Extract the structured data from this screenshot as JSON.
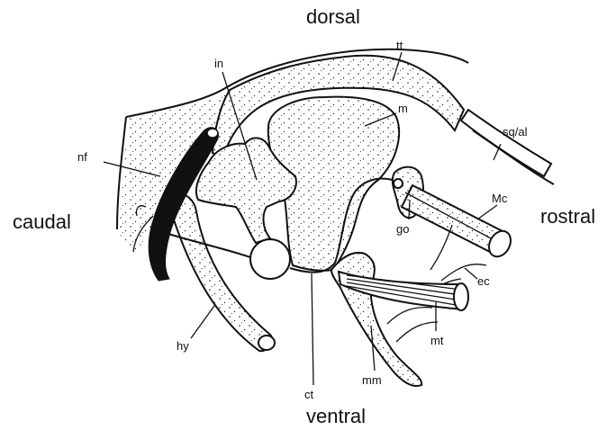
{
  "orientation": {
    "dorsal": "dorsal",
    "ventral": "ventral",
    "caudal": "caudal",
    "rostral": "rostral"
  },
  "labels": {
    "tt": "tt",
    "in": "in",
    "m": "m",
    "sq_al": "sq/al",
    "nf": "nf",
    "mc": "Mc",
    "go": "go",
    "ec": "ec",
    "mt": "mt",
    "hy": "hy",
    "ct": "ct",
    "mm": "mm"
  },
  "colors": {
    "ink": "#111111",
    "paper": "#ffffff"
  }
}
